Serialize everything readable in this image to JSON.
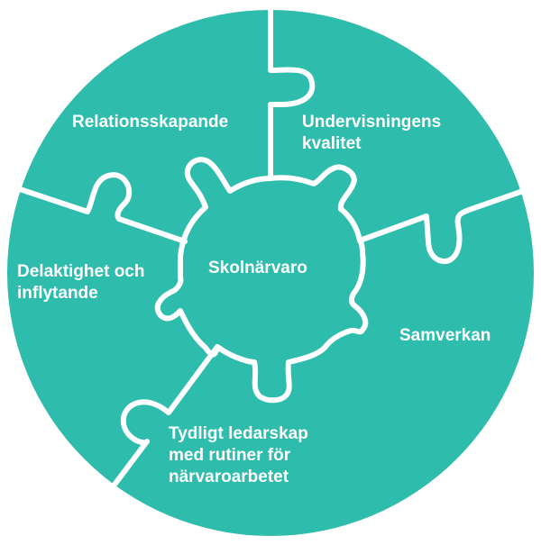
{
  "diagram": {
    "title": "Skolnärvaro",
    "colors": {
      "fill": "#2ebcad",
      "separator": "#ffffff",
      "text": "#ffffff",
      "background": "#ffffff"
    },
    "center": {
      "label": "Skolnärvaro"
    },
    "pieces": [
      {
        "id": "relationsskapande",
        "lines": [
          "Relationsskapande"
        ]
      },
      {
        "id": "undervisningens-kvalitet",
        "lines": [
          "Undervisningens",
          "kvalitet"
        ]
      },
      {
        "id": "samverkan",
        "lines": [
          "Samverkan"
        ]
      },
      {
        "id": "tydligt-ledarskap",
        "lines": [
          "Tydligt ledarskap",
          "med rutiner för",
          "närvaroarbetet"
        ]
      },
      {
        "id": "delaktighet",
        "lines": [
          "Delaktighet och",
          "inflytande"
        ]
      }
    ]
  }
}
